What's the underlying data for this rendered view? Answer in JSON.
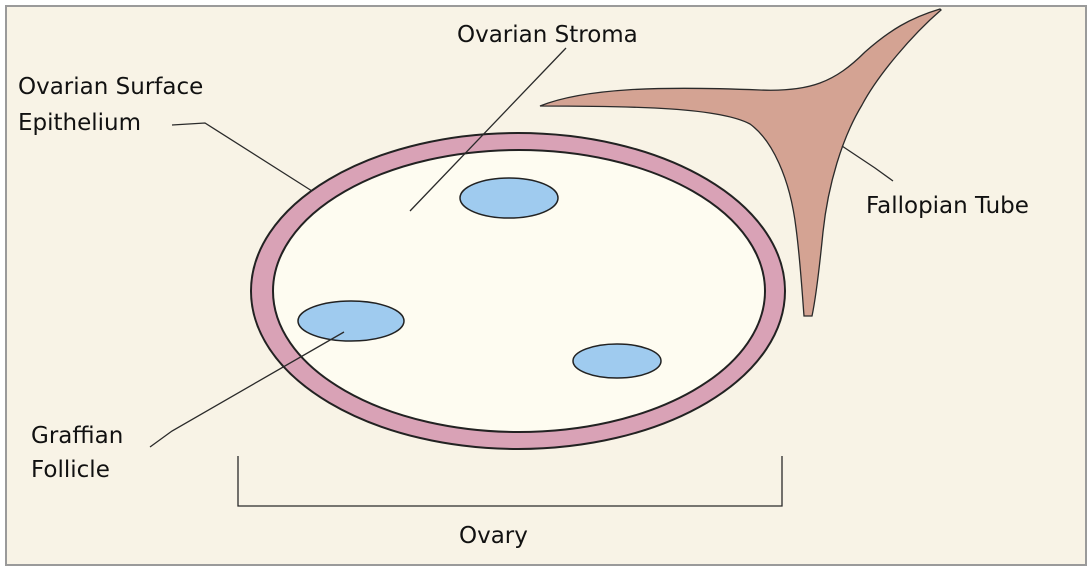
{
  "labels": {
    "ovarian_stroma": "Ovarian Stroma",
    "surface_epithelium_line1": "Ovarian Surface",
    "surface_epithelium_line2": "Epithelium",
    "fallopian_tube": "Fallopian Tube",
    "graffian_follicle_line1": "Graffian",
    "graffian_follicle_line2": "Follicle",
    "ovary": "Ovary"
  },
  "colors": {
    "background": "#f8f3e6",
    "ovary_wall": "#d9a2b6",
    "stroma": "#fefcf1",
    "follicle": "#9fcbef",
    "fallopian_tube": "#d4a393",
    "outline": "#111111",
    "frame": "#9a9a9a"
  },
  "follicle_count": 3
}
